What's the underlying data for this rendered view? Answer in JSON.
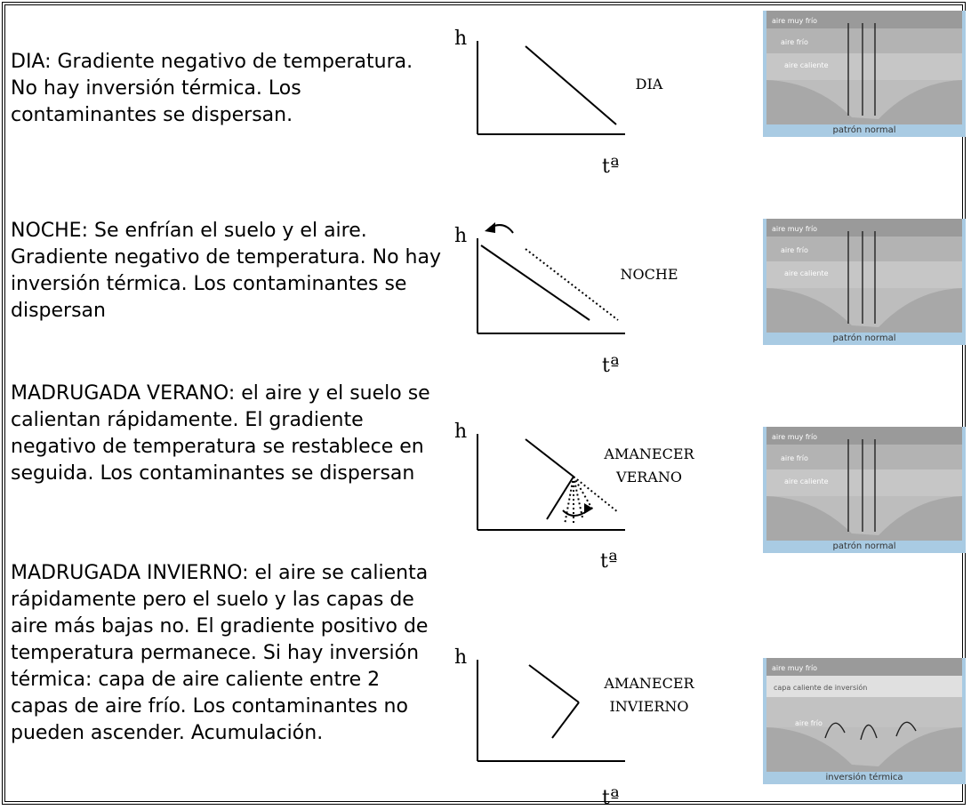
{
  "rows": [
    {
      "description": "DIA: Gradiente negativo de temperatura. No hay inversión térmica. Los contaminantes se dispersan.",
      "graph": {
        "y_axis": "h",
        "x_axis": "tª",
        "label_lines": [
          "DIA"
        ]
      },
      "thumbnail": {
        "layers": [
          "aire muy frío",
          "aire frío",
          "aire caliente"
        ],
        "caption": "patrón normal"
      }
    },
    {
      "description": "NOCHE: Se enfrían el suelo y el aire. Gradiente negativo de temperatura. No hay inversión térmica. Los contaminantes se dispersan",
      "graph": {
        "y_axis": "h",
        "x_axis": "tª",
        "label_lines": [
          "NOCHE"
        ]
      },
      "thumbnail": {
        "layers": [
          "aire muy frío",
          "aire frío",
          "aire caliente"
        ],
        "caption": "patrón normal"
      }
    },
    {
      "description": "MADRUGADA VERANO: el aire y el suelo se calientan rápidamente. El gradiente negativo de temperatura se restablece en seguida. Los contaminantes se dispersan",
      "graph": {
        "y_axis": "h",
        "x_axis": "tª",
        "label_lines": [
          "AMANECER",
          "VERANO"
        ]
      },
      "thumbnail": {
        "layers": [
          "aire muy frío",
          "aire frío",
          "aire caliente"
        ],
        "caption": "patrón normal"
      }
    },
    {
      "description": "MADRUGADA INVIERNO: el aire se calienta rápidamente pero el suelo y las capas de aire más bajas no. El gradiente positivo de temperatura permanece. Si hay inversión térmica: capa de aire caliente entre 2 capas de aire frío. Los contaminantes no pueden ascender. Acumulación.",
      "graph": {
        "y_axis": "h",
        "x_axis": "tª",
        "label_lines": [
          "AMANECER",
          "INVIERNO"
        ]
      },
      "thumbnail": {
        "layers": [
          "aire muy frío",
          "capa caliente de inversión",
          "aire frío"
        ],
        "caption": "inversión térmica"
      }
    }
  ],
  "colors": {
    "sky_band": "#9a9a9a",
    "warm_band": "#e0e0e0",
    "valley": "#a8a8a8",
    "water": "#a9cbe3",
    "line": "#000000"
  }
}
